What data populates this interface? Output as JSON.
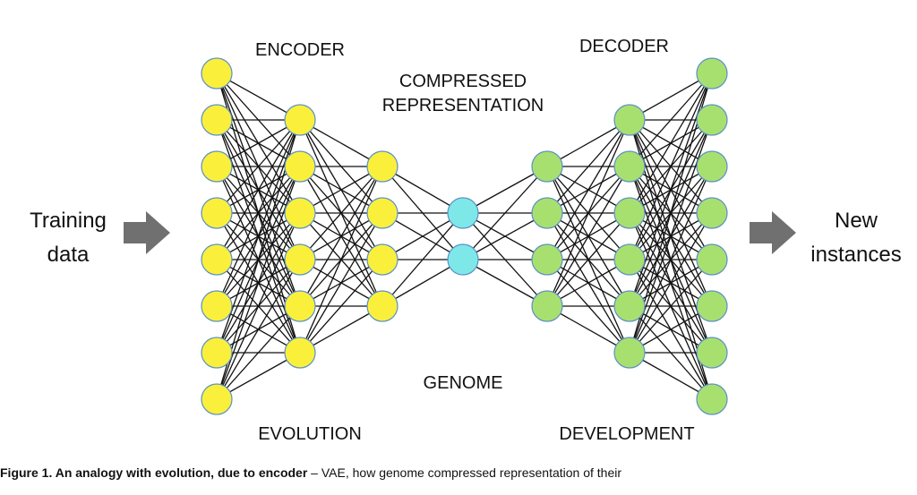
{
  "diagram": {
    "labels": {
      "encoder": "ENCODER",
      "decoder": "DECODER",
      "compressed_line1": "COMPRESSED",
      "compressed_line2": "REPRESENTATION",
      "genome": "GENOME",
      "evolution": "EVOLUTION",
      "development": "DEVELOPMENT"
    },
    "input_label": {
      "line1": "Training",
      "line2": "data"
    },
    "output_label": {
      "line1": "New",
      "line2": "instances"
    },
    "layers": [
      {
        "name": "encoder-input",
        "count": 8,
        "color": "yellow"
      },
      {
        "name": "encoder-hidden-1",
        "count": 6,
        "color": "yellow"
      },
      {
        "name": "encoder-hidden-2",
        "count": 4,
        "color": "yellow"
      },
      {
        "name": "latent",
        "count": 2,
        "color": "cyan"
      },
      {
        "name": "decoder-hidden-1",
        "count": 4,
        "color": "green"
      },
      {
        "name": "decoder-hidden-2",
        "count": 6,
        "color": "green"
      },
      {
        "name": "decoder-output",
        "count": 8,
        "color": "green"
      }
    ],
    "colors": {
      "yellow": "#FAF03C",
      "cyan": "#7EE8E8",
      "green": "#A8E070",
      "node_stroke": "#5B8FC4",
      "edge": "#111111",
      "arrow": "#707070"
    }
  },
  "caption": {
    "bold": "Figure 1. An analogy with evolution, due to encoder",
    "rest": " – VAE, how genome compressed representation of their"
  }
}
